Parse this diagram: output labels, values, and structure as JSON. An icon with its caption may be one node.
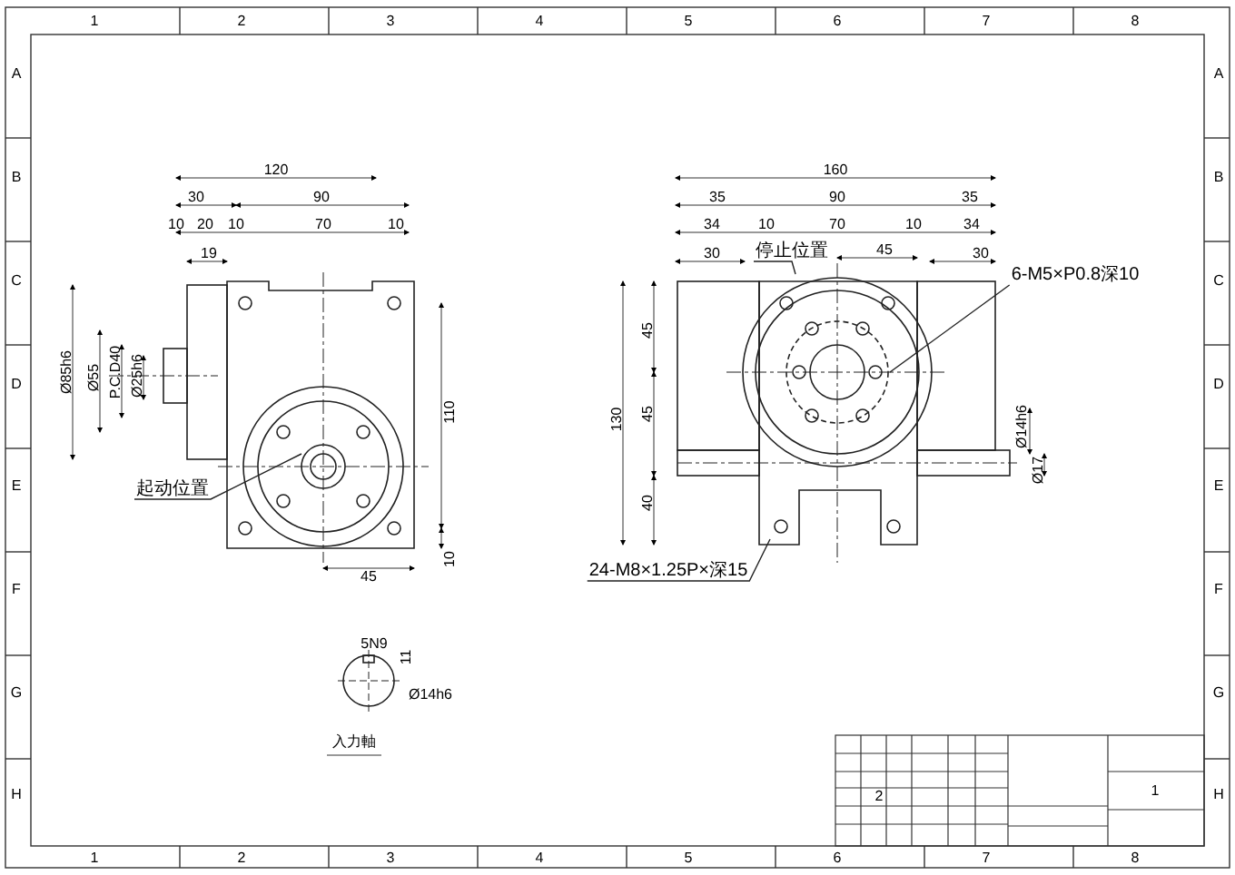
{
  "diagram": {
    "nodes": [
      {
        "text": [
          "起动位置"
        ]
      },
      {
        "text": [
          "停止位置"
        ]
      },
      {
        "text": [
          "6-M5×P0.8深10"
        ]
      },
      {
        "text": [
          "24-M8×1.25P×深15"
        ]
      }
    ],
    "edges": [
      {
        "from": 0,
        "to": null,
        "arrow": "none"
      },
      {
        "from": 1,
        "to": null,
        "arrow": "none"
      },
      {
        "from": 2,
        "to": null,
        "arrow": "none"
      },
      {
        "from": 3,
        "to": null,
        "arrow": "none"
      }
    ],
    "labels": [
      "1",
      "2",
      "3",
      "4",
      "5",
      "6",
      "7",
      "8",
      "A",
      "B",
      "C",
      "D",
      "E",
      "F",
      "G",
      "H",
      "120",
      "30",
      "90",
      "10",
      "20",
      "10",
      "70",
      "10",
      "19",
      "Ø85h6",
      "Ø55",
      "P.C.D40",
      "Ø25h6",
      "110",
      "10",
      "45",
      "160",
      "35",
      "90",
      "35",
      "34",
      "10",
      "70",
      "10",
      "34",
      "30",
      "45",
      "30",
      "45",
      "45",
      "130",
      "40",
      "Ø14h6",
      "Ø17",
      "5N9",
      "11",
      "Ø14h6",
      "入力軸",
      "2",
      "1",
      "A",
      "B",
      "C",
      "D",
      "E",
      "F",
      "G",
      "H",
      "1",
      "2",
      "3",
      "4",
      "5",
      "6",
      "7",
      "8"
    ]
  }
}
